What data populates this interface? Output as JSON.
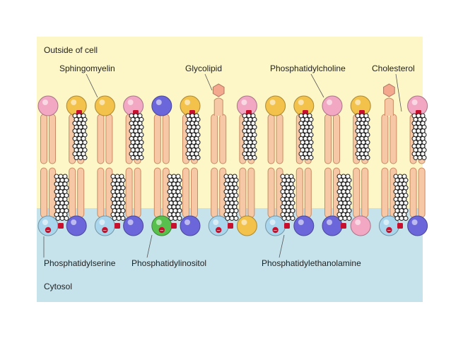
{
  "regions": {
    "outside": "Outside of cell",
    "inside": "Cytosol"
  },
  "labels": {
    "sphingomyelin": "Sphingomyelin",
    "glycolipid": "Glycolipid",
    "phosphatidylcholine": "Phosphatidylcholine",
    "cholesterol": "Cholesterol",
    "phosphatidylserine": "Phosphatidylserine",
    "phosphatidylinositol": "Phosphatidylinositol",
    "phosphatidylethanolamine": "Phosphatidylethanolamine"
  },
  "colors": {
    "outside_bg": "#fdf7c7",
    "cytosol_bg": "#c6e3ec",
    "tail_fill": "#f6c8a6",
    "tail_stroke": "#c98a62",
    "sphingomyelin": "#f3c24a",
    "phosphatidylcholine": "#f2a7c2",
    "phosphatidylethanolamine": "#6b66d9",
    "phosphatidylserine": "#a9d6ec",
    "phosphatidylinositol": "#58c04c",
    "glycolipid_sugar": "#f4a98e",
    "cholesterol_head": "#c8102e"
  },
  "outer_leaflet": [
    "phosphatidylcholine",
    "sphingomyelin",
    "sphingomyelin",
    "phosphatidylcholine",
    "phosphatidylethanolamine",
    "sphingomyelin",
    "glycolipid",
    "phosphatidylcholine",
    "sphingomyelin",
    "sphingomyelin",
    "phosphatidylcholine",
    "sphingomyelin",
    "glycolipid",
    "phosphatidylcholine"
  ],
  "inner_leaflet": [
    "phosphatidylserine",
    "phosphatidylethanolamine",
    "phosphatidylserine",
    "phosphatidylethanolamine",
    "phosphatidylinositol",
    "phosphatidylethanolamine",
    "phosphatidylserine",
    "sphingomyelin",
    "phosphatidylserine",
    "phosphatidylethanolamine",
    "phosphatidylethanolamine",
    "phosphatidylcholine",
    "phosphatidylserine",
    "phosphatidylethanolamine"
  ],
  "outer_cholesterol_count": 7,
  "inner_cholesterol_count": 7,
  "charge_symbol": "−"
}
